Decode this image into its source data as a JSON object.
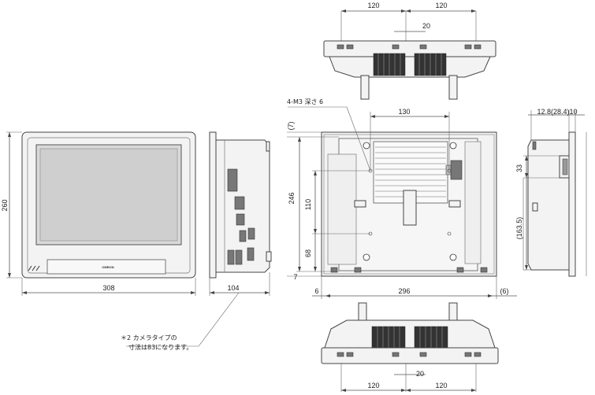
{
  "dims": {
    "top_left_120": "120",
    "top_right_120": "120",
    "top_20": "20",
    "bottom_left_120": "120",
    "bottom_right_120": "120",
    "bottom_20": "20",
    "front_width": "308",
    "front_height": "260",
    "side_depth": "104",
    "rear_130": "130",
    "rear_246": "246",
    "rear_110": "110",
    "rear_68": "68",
    "rear_7_top": "(7)",
    "rear_7_bottom": "7",
    "rear_6_left": "6",
    "rear_296": "296",
    "rear_6_right": "(6)",
    "right_top": "12.8(28.4)10",
    "right_33": "33",
    "right_163_5": "(163.5)"
  },
  "notes": {
    "screw_label": "4-M3 深さ 6",
    "camera_note_line1": "＊2 カメラタイプの",
    "camera_note_line2": "寸法は83になります。"
  },
  "brand": {
    "logo": "OMRON"
  }
}
